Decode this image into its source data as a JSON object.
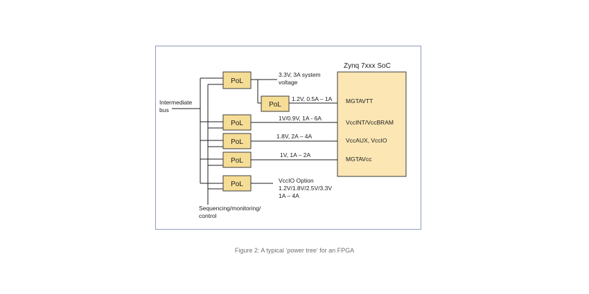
{
  "diagram": {
    "soc_title": "Zynq 7xxx SoC",
    "soc_pins": [
      "MGTAVTT",
      "VccINT/VccBRAM",
      "VccAUX, VccIO",
      "MGTAVcc"
    ],
    "pol_label": "PoL",
    "intermediate_bus": [
      "Intermediate",
      "bus"
    ],
    "sequencing": [
      "Sequencing/monitoring/",
      "control"
    ],
    "rail_system": [
      "3.3V, 3A system",
      "voltage"
    ],
    "rail_mgtavtt": "1.2V, 0.5A – 1A",
    "rail_vccint": "1V/0.9V, 1A - 6A",
    "rail_vccaux": "1.8V, 2A – 4A",
    "rail_mgtavcc": "1V, 1A – 2A",
    "rail_vccio": [
      "VccIO Option",
      "1.2V/1.8V/2.5V/3.3V",
      "1A – 4A"
    ]
  },
  "caption": "Figure 2: A typical ‘power tree’ for an FPGA",
  "colors": {
    "pol_fill": "#f6dd96",
    "soc_fill": "#fbe6b4",
    "frame_border": "#8a9bb5",
    "caption_text": "#6f6f6f"
  }
}
